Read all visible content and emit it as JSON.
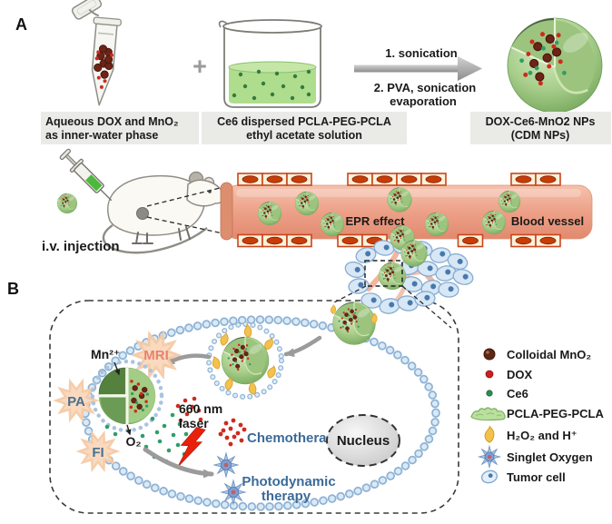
{
  "panel_a": {
    "label": "A",
    "tube_caption1": "Aqueous DOX and MnO₂",
    "tube_caption2": "as inner-water phase",
    "plus": "+",
    "beaker_caption1": "Ce6 dispersed PCLA-PEG-PCLA",
    "beaker_caption2": "ethyl acetate solution",
    "step1": "1. sonication",
    "step2": "2. PVA, sonication",
    "step2b": "evaporation",
    "product_caption1": "DOX-Ce6-MnO2 NPs",
    "product_caption2": "(CDM NPs)"
  },
  "circulation": {
    "injection_label": "i.v. injection",
    "epr_label": "EPR effect",
    "vessel_label": "Blood vessel"
  },
  "panel_b": {
    "label": "B",
    "mn_label": "Mn²⁺",
    "mri_label": "MRI",
    "pa_label": "PA",
    "fi_label": "FI",
    "o2_label": "O₂",
    "laser_line1": "660 nm",
    "laser_line2": "laser",
    "chemo_label": "Chemotherapy",
    "nucleus_label": "Nucleus",
    "pdt_line1": "Photodynamic",
    "pdt_line2": "therapy"
  },
  "legend": {
    "items": [
      {
        "label": "Colloidal MnO₂"
      },
      {
        "label": "DOX"
      },
      {
        "label": "Ce6"
      },
      {
        "label": "PCLA-PEG-PCLA"
      },
      {
        "label": "H₂O₂ and H⁺"
      },
      {
        "label": "Singlet Oxygen"
      },
      {
        "label": "Tumor cell"
      }
    ]
  },
  "colors": {
    "nanoparticle_green": "#9cc47f",
    "vessel_salmon": "#eda088",
    "endothelial_orange": "#c83c08",
    "tumor_cell_blue": "#d8e7f5",
    "therapy_text_blue": "#3a6b99",
    "mri_text_coral": "#e8826a",
    "pa_fi_text_steel": "#49708f",
    "dox_red": "#cc1f1f",
    "ce6_green": "#2e8b50",
    "mno2_brown": "#5e2713",
    "laser_red": "#e8200c",
    "h2o2_yellow": "#f2c14e",
    "caption_bg_gray": "#eaeae7"
  }
}
